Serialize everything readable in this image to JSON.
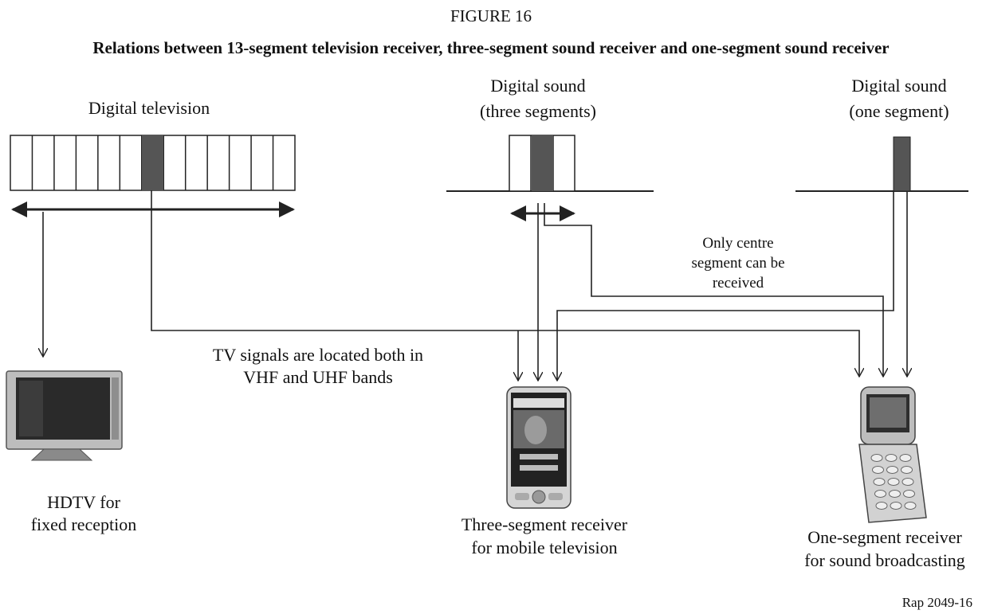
{
  "figure_number": "FIGURE 16",
  "title": "Relations between 13-segment television receiver, three-segment sound receiver and one-segment sound receiver",
  "reference": "Rap 2049-16",
  "spectra": {
    "digital_tv_label": "Digital television",
    "three_seg_label_line1": "Digital sound",
    "three_seg_label_line2": "(three segments)",
    "one_seg_label_line1": "Digital sound",
    "one_seg_label_line2": "(one segment)",
    "digital_tv_segments": 13,
    "three_sound_segments": 3,
    "one_sound_segments": 1,
    "highlight_color": "#555555"
  },
  "annotations": {
    "centre_segment_line1": "Only centre",
    "centre_segment_line2": "segment can be",
    "centre_segment_line3": "received",
    "tv_bands_line1": "TV signals are located both in",
    "tv_bands_line2": "VHF and UHF bands"
  },
  "receivers": {
    "hdtv_line1": "HDTV for",
    "hdtv_line2": "fixed reception",
    "three_seg_line1": "Three-segment receiver",
    "three_seg_line2": "for mobile television",
    "one_seg_line1": "One-segment receiver",
    "one_seg_line2": "for sound broadcasting"
  }
}
